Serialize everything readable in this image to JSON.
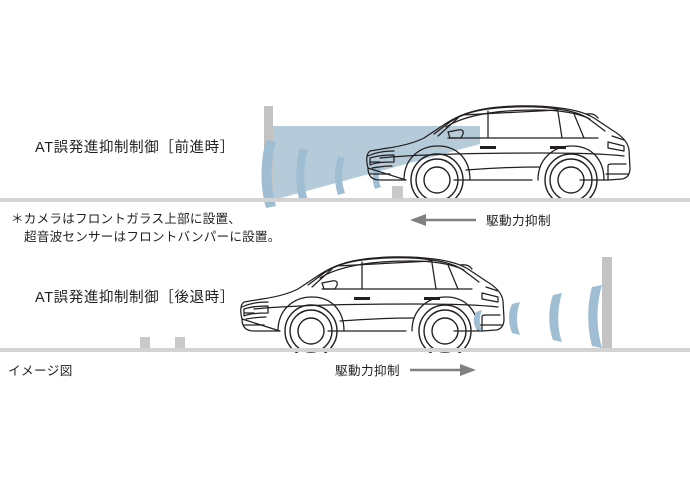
{
  "diagram": {
    "caption": "イメージ図",
    "note": {
      "line1": "＊カメラはフロントガラス上部に設置、",
      "line2": "超音波センサーはフロントバンパーに設置。"
    },
    "colors": {
      "camera_cone": "#b6cbd9",
      "sonar_arc": "#9fbdd3",
      "wall": "#c3c3c3",
      "ground": "#d3d3d3",
      "car_outline": "#231f20",
      "arrow": "#808080",
      "text": "#231f20"
    },
    "panels": [
      {
        "id": "forward",
        "title": "AT誤発進抑制制御［前進時］",
        "arrow_label": "駆動力抑制",
        "arrow_direction": "left",
        "car_facing": "left",
        "wall_side": "left",
        "has_camera_cone": true,
        "sonar_arc_count": 4
      },
      {
        "id": "reverse",
        "title": "AT誤発進抑制制御［後退時］",
        "arrow_label": "駆動力抑制",
        "arrow_direction": "right",
        "car_facing": "left",
        "wall_side": "right",
        "has_camera_cone": false,
        "sonar_arc_count": 4
      }
    ]
  }
}
